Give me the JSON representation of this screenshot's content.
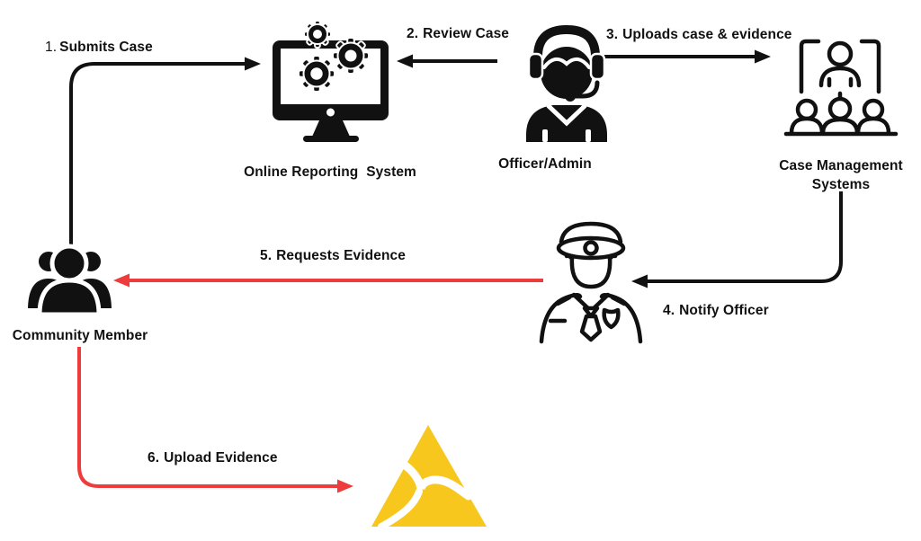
{
  "title": "Case reporting workflow diagram",
  "colors": {
    "ink": "#111111",
    "red": "#ee3b3b",
    "yellow": "#f7c71d",
    "background": "#ffffff"
  },
  "nodes": {
    "online_reporting_system": {
      "label": "Online Reporting  System",
      "icon": "monitor-gears-icon"
    },
    "officer_admin": {
      "label": "Officer/Admin",
      "icon": "headset-agent-icon"
    },
    "case_management_systems": {
      "label": "Case Management Systems",
      "icon": "team-hierarchy-icon"
    },
    "community_member": {
      "label": "Community Member",
      "icon": "people-group-icon"
    },
    "police_officer": {
      "icon": "police-officer-icon"
    },
    "evidence_platform": {
      "icon": "yellow-triangle-logo"
    }
  },
  "flows": [
    {
      "number": "1.",
      "label": "Submits Case",
      "from": "community_member",
      "to": "online_reporting_system",
      "color": "black"
    },
    {
      "number": "2.",
      "label": "Review Case",
      "from": "officer_admin",
      "to": "online_reporting_system",
      "color": "black"
    },
    {
      "number": "3.",
      "label": "Uploads case & evidence",
      "from": "officer_admin",
      "to": "case_management_systems",
      "color": "black"
    },
    {
      "number": "4.",
      "label": "Notify Officer",
      "from": "case_management_systems",
      "to": "police_officer",
      "color": "black"
    },
    {
      "number": "5.",
      "label": "Requests Evidence",
      "from": "police_officer",
      "to": "community_member",
      "color": "red"
    },
    {
      "number": "6.",
      "label": "Upload Evidence",
      "from": "community_member",
      "to": "evidence_platform",
      "color": "red"
    }
  ]
}
